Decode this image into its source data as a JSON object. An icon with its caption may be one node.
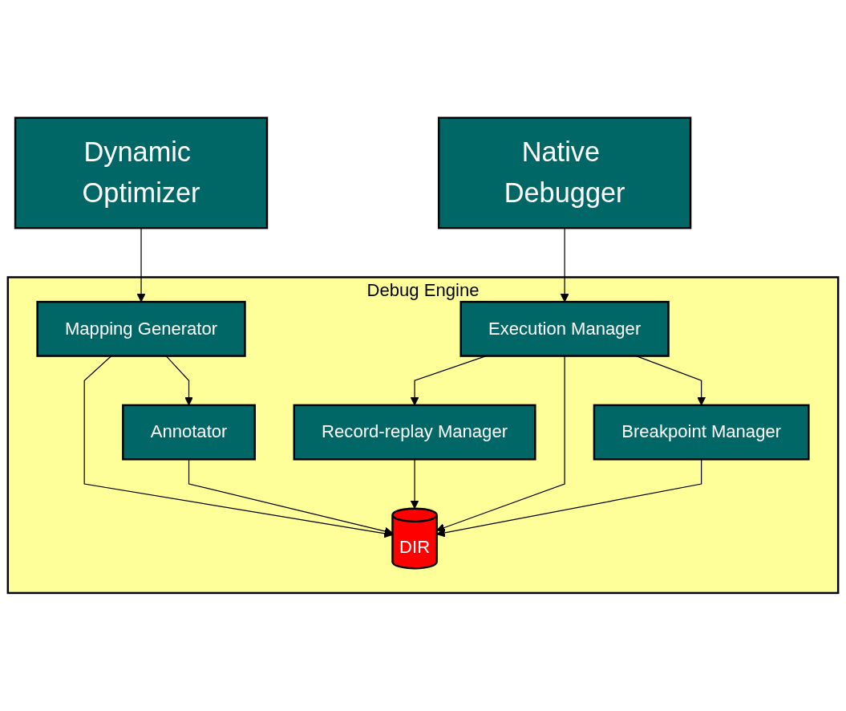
{
  "diagram": {
    "nodes": [
      {
        "text": [
          "Dynamic Optimizer"
        ]
      },
      {
        "text": [
          "Debug Engine"
        ]
      },
      {
        "text": [
          "Mapping Generator"
        ],
        "in": 1
      },
      {
        "text": [
          "Annotator"
        ],
        "in": 1
      },
      {
        "text": [
          "DIR"
        ],
        "in": 1
      },
      {
        "text": [
          "Record-replay Manager"
        ],
        "in": 1
      },
      {
        "text": [
          "Execution Manager"
        ],
        "in": 1
      },
      {
        "text": [
          "Breakpoint Manager"
        ],
        "in": 1
      },
      {
        "text": [
          "Native Debugger"
        ]
      }
    ],
    "edges": [
      {
        "from": 0,
        "to": 2,
        "arrow": "to"
      },
      {
        "from": 2,
        "to": 3,
        "arrow": "to"
      },
      {
        "from": 2,
        "to": 4,
        "arrow": "to"
      },
      {
        "from": 3,
        "to": 4,
        "arrow": "to"
      },
      {
        "from": 5,
        "to": 4,
        "arrow": "to"
      },
      {
        "from": 6,
        "to": 4,
        "arrow": "to"
      },
      {
        "from": 7,
        "to": 4,
        "arrow": "to"
      },
      {
        "from": 6,
        "to": 5,
        "arrow": "to"
      },
      {
        "from": 6,
        "to": 7,
        "arrow": "to"
      },
      {
        "from": 8,
        "to": 6,
        "arrow": "to"
      }
    ]
  }
}
